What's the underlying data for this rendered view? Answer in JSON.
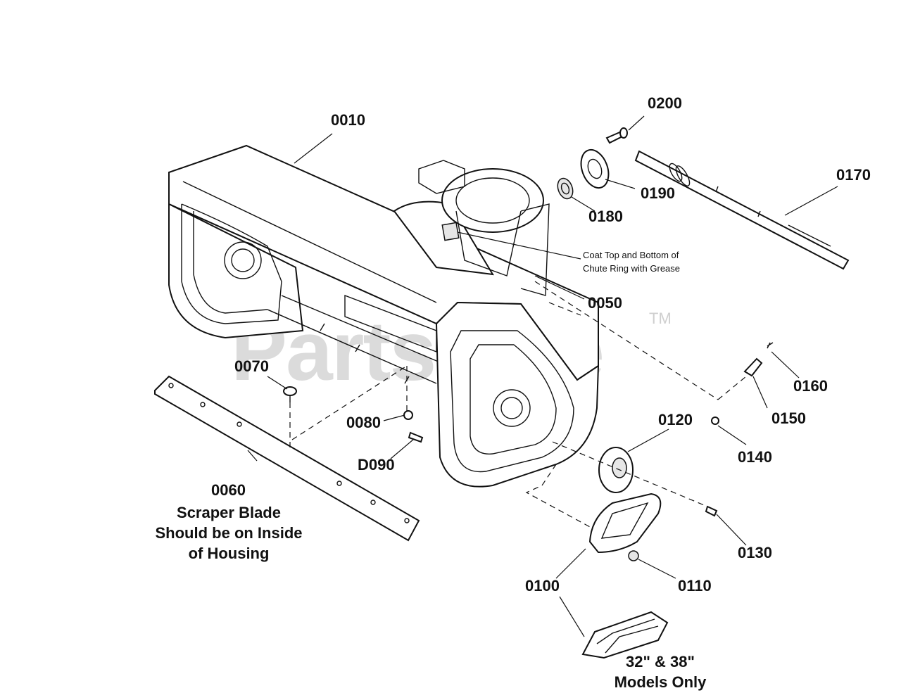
{
  "watermark": {
    "brand": "PartsTree",
    "trademark": "TM"
  },
  "callouts": {
    "p0010": "0010",
    "p0050": "0050",
    "p0060": "0060",
    "p0070": "0070",
    "p0080": "0080",
    "p0090": "D090",
    "p0100": "0100",
    "p0110": "0110",
    "p0120": "0120",
    "p0130": "0130",
    "p0140": "0140",
    "p0150": "0150",
    "p0160": "0160",
    "p0170": "0170",
    "p0180": "0180",
    "p0190": "0190",
    "p0200": "0200"
  },
  "notes": {
    "grease_line1": "Coat Top and Bottom of",
    "grease_line2": "Chute Ring with Grease",
    "scraper_line1": "Scraper Blade",
    "scraper_line2": "Should be on Inside",
    "scraper_line3": "of Housing",
    "models_line1": "32\" & 38\"",
    "models_line2": "Models Only"
  }
}
